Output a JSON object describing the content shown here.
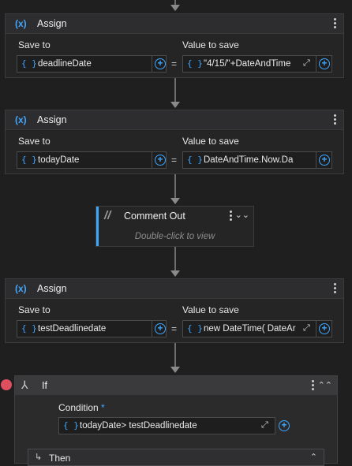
{
  "assign_blocks": [
    {
      "title": "Assign",
      "save_label": "Save to",
      "value_label": "Value to save",
      "save_value": "deadlineDate",
      "value_value": "\"4/15/\"+DateAndTime",
      "equals": "="
    },
    {
      "title": "Assign",
      "save_label": "Save to",
      "value_label": "Value to save",
      "save_value": "todayDate",
      "value_value": "DateAndTime.Now.Da",
      "equals": "="
    },
    {
      "title": "Assign",
      "save_label": "Save to",
      "value_label": "Value to save",
      "save_value": "testDeadlinedate",
      "value_value": "new DateTime( DateAr",
      "equals": "="
    }
  ],
  "comment_block": {
    "title": "Comment Out",
    "hint": "Double-click to view"
  },
  "if_block": {
    "title": "If",
    "condition_label": "Condition",
    "required_marker": "*",
    "condition_value": "todayDate> testDeadlinedate",
    "then_label": "Then"
  },
  "icons": {
    "assign": "variable-x-icon",
    "brace": "curly-braces-icon",
    "plus": "plus-circle-icon",
    "expand": "expand-arrows-icon",
    "kebab": "kebab-menu-icon",
    "comment": "comment-slashes-icon",
    "collapse": "double-chevron-icon",
    "if": "branch-icon",
    "then": "arrow-return-icon",
    "breakpoint": "breakpoint-dot-icon"
  },
  "colors": {
    "accent": "#3ea6ff",
    "background": "#1f1f1f",
    "breakpoint": "#e04f5f"
  }
}
